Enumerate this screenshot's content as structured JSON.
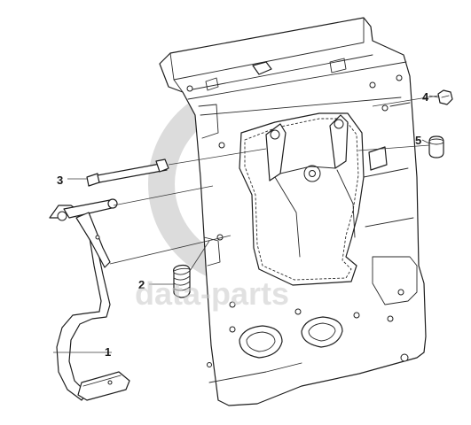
{
  "diagram": {
    "callouts": [
      {
        "id": "1",
        "label": "1"
      },
      {
        "id": "2",
        "label": "2"
      },
      {
        "id": "3",
        "label": "3"
      },
      {
        "id": "4",
        "label": "4"
      },
      {
        "id": "5",
        "label": "5"
      }
    ],
    "watermark": {
      "text": "data-parts",
      "color": "#c9c9c9"
    }
  }
}
